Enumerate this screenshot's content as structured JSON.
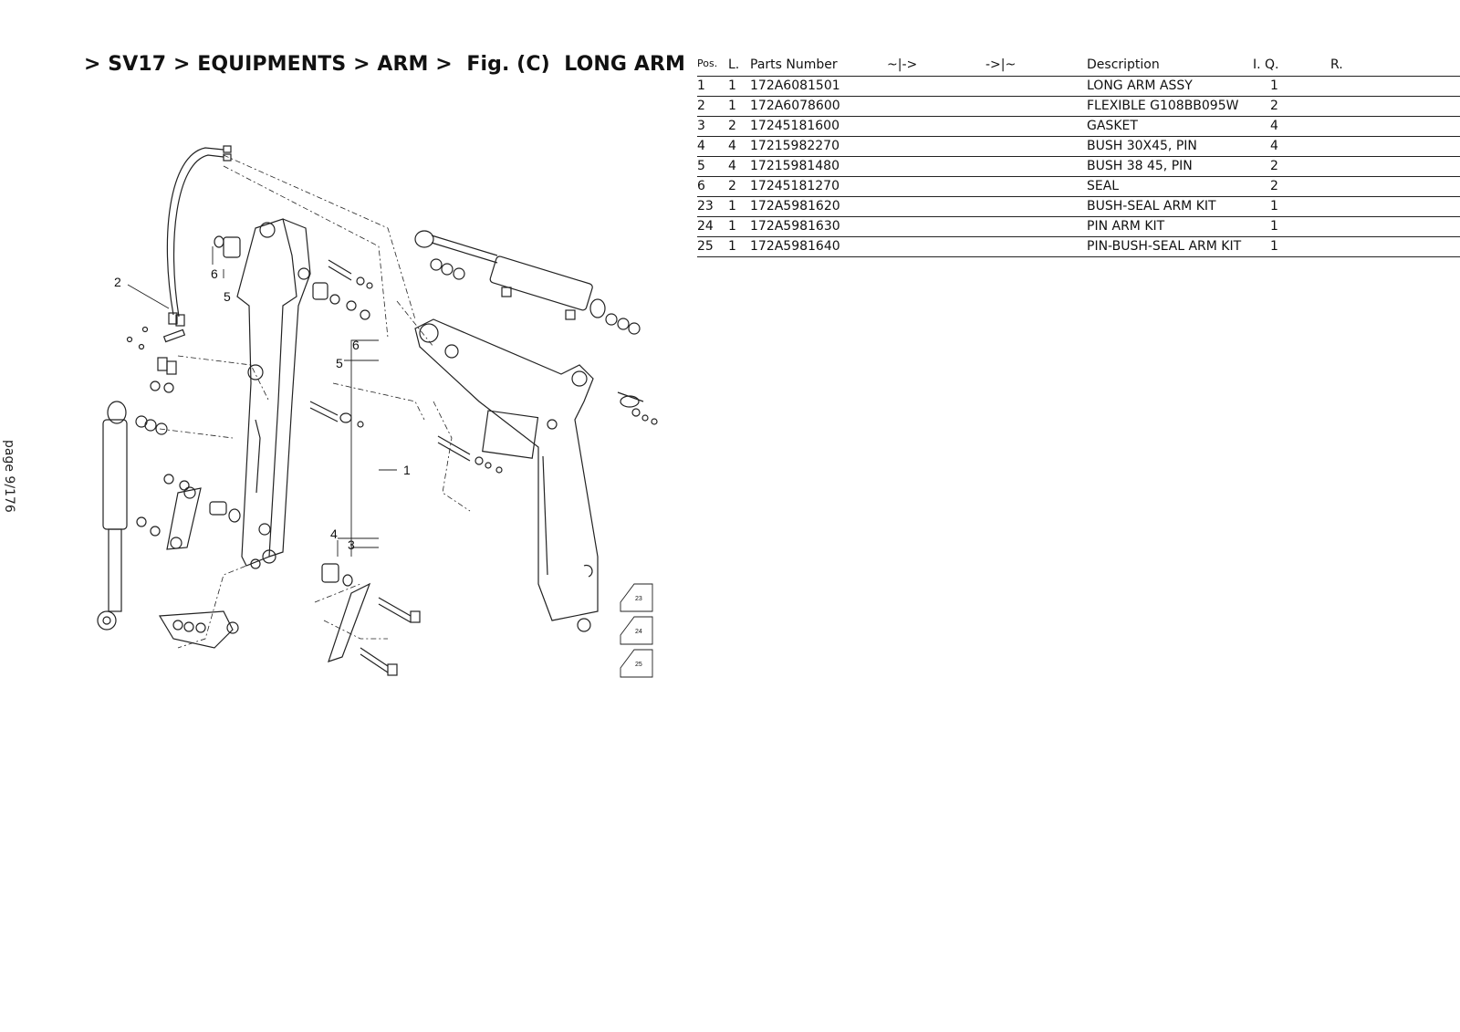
{
  "page": {
    "label": "page 9/176"
  },
  "breadcrumb": {
    "text": "> SV17 > EQUIPMENTS > ARM >  Fig. (C)  LONG ARM"
  },
  "table": {
    "headers": [
      "Pos.",
      "L.",
      "Parts Number",
      "~|->",
      "->|~",
      "Description",
      "I. Q.",
      "R."
    ],
    "rows": [
      [
        "1",
        "1",
        "172A6081501",
        "",
        "",
        "LONG ARM ASSY",
        "1",
        ""
      ],
      [
        "2",
        "1",
        "172A6078600",
        "",
        "",
        "FLEXIBLE G108BB095W",
        "2",
        ""
      ],
      [
        "3",
        "2",
        "17245181600",
        "",
        "",
        "GASKET",
        "4",
        ""
      ],
      [
        "4",
        "4",
        "17215982270",
        "",
        "",
        "BUSH 30X45, PIN",
        "4",
        ""
      ],
      [
        "5",
        "4",
        "17215981480",
        "",
        "",
        "BUSH 38 45, PIN",
        "2",
        ""
      ],
      [
        "6",
        "2",
        "17245181270",
        "",
        "",
        "SEAL",
        "2",
        ""
      ],
      [
        "23",
        "1",
        "172A5981620",
        "",
        "",
        "BUSH-SEAL ARM KIT",
        "1",
        ""
      ],
      [
        "24",
        "1",
        "172A5981630",
        "",
        "",
        "PIN ARM KIT",
        "1",
        ""
      ],
      [
        "25",
        "1",
        "172A5981640",
        "",
        "",
        "PIN-BUSH-SEAL ARM KIT",
        "1",
        ""
      ]
    ]
  },
  "diagram": {
    "callouts": [
      "1",
      "2",
      "3",
      "4",
      "5",
      "6",
      "5",
      "6"
    ],
    "kit_labels": [
      "23",
      "24",
      "25"
    ]
  }
}
